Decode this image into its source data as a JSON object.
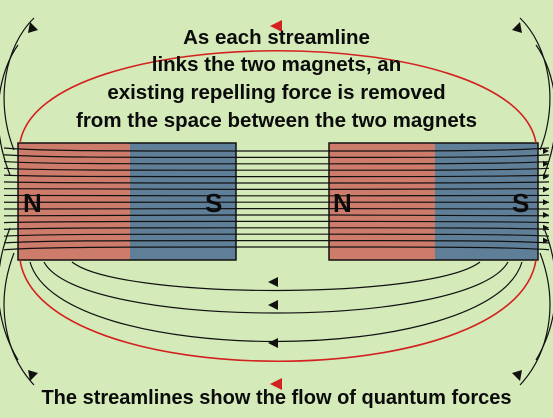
{
  "background_color": "#d4eab8",
  "colors": {
    "north_pole": "#cd7b6b",
    "south_pole": "#5f7f98",
    "outer_field_line": "#d32020",
    "streamline": "#111111"
  },
  "top_text": {
    "line1": "As each streamline",
    "line2": "links the two magnets, an",
    "line3": "existing repelling force is removed",
    "line4": "from the space between the two magnets"
  },
  "caption": "The streamlines show the flow of quantum forces",
  "magnets": [
    {
      "north_label": "N",
      "south_label": "S"
    },
    {
      "north_label": "N",
      "south_label": "S"
    }
  ],
  "icons": [
    "arrowhead-icon"
  ]
}
